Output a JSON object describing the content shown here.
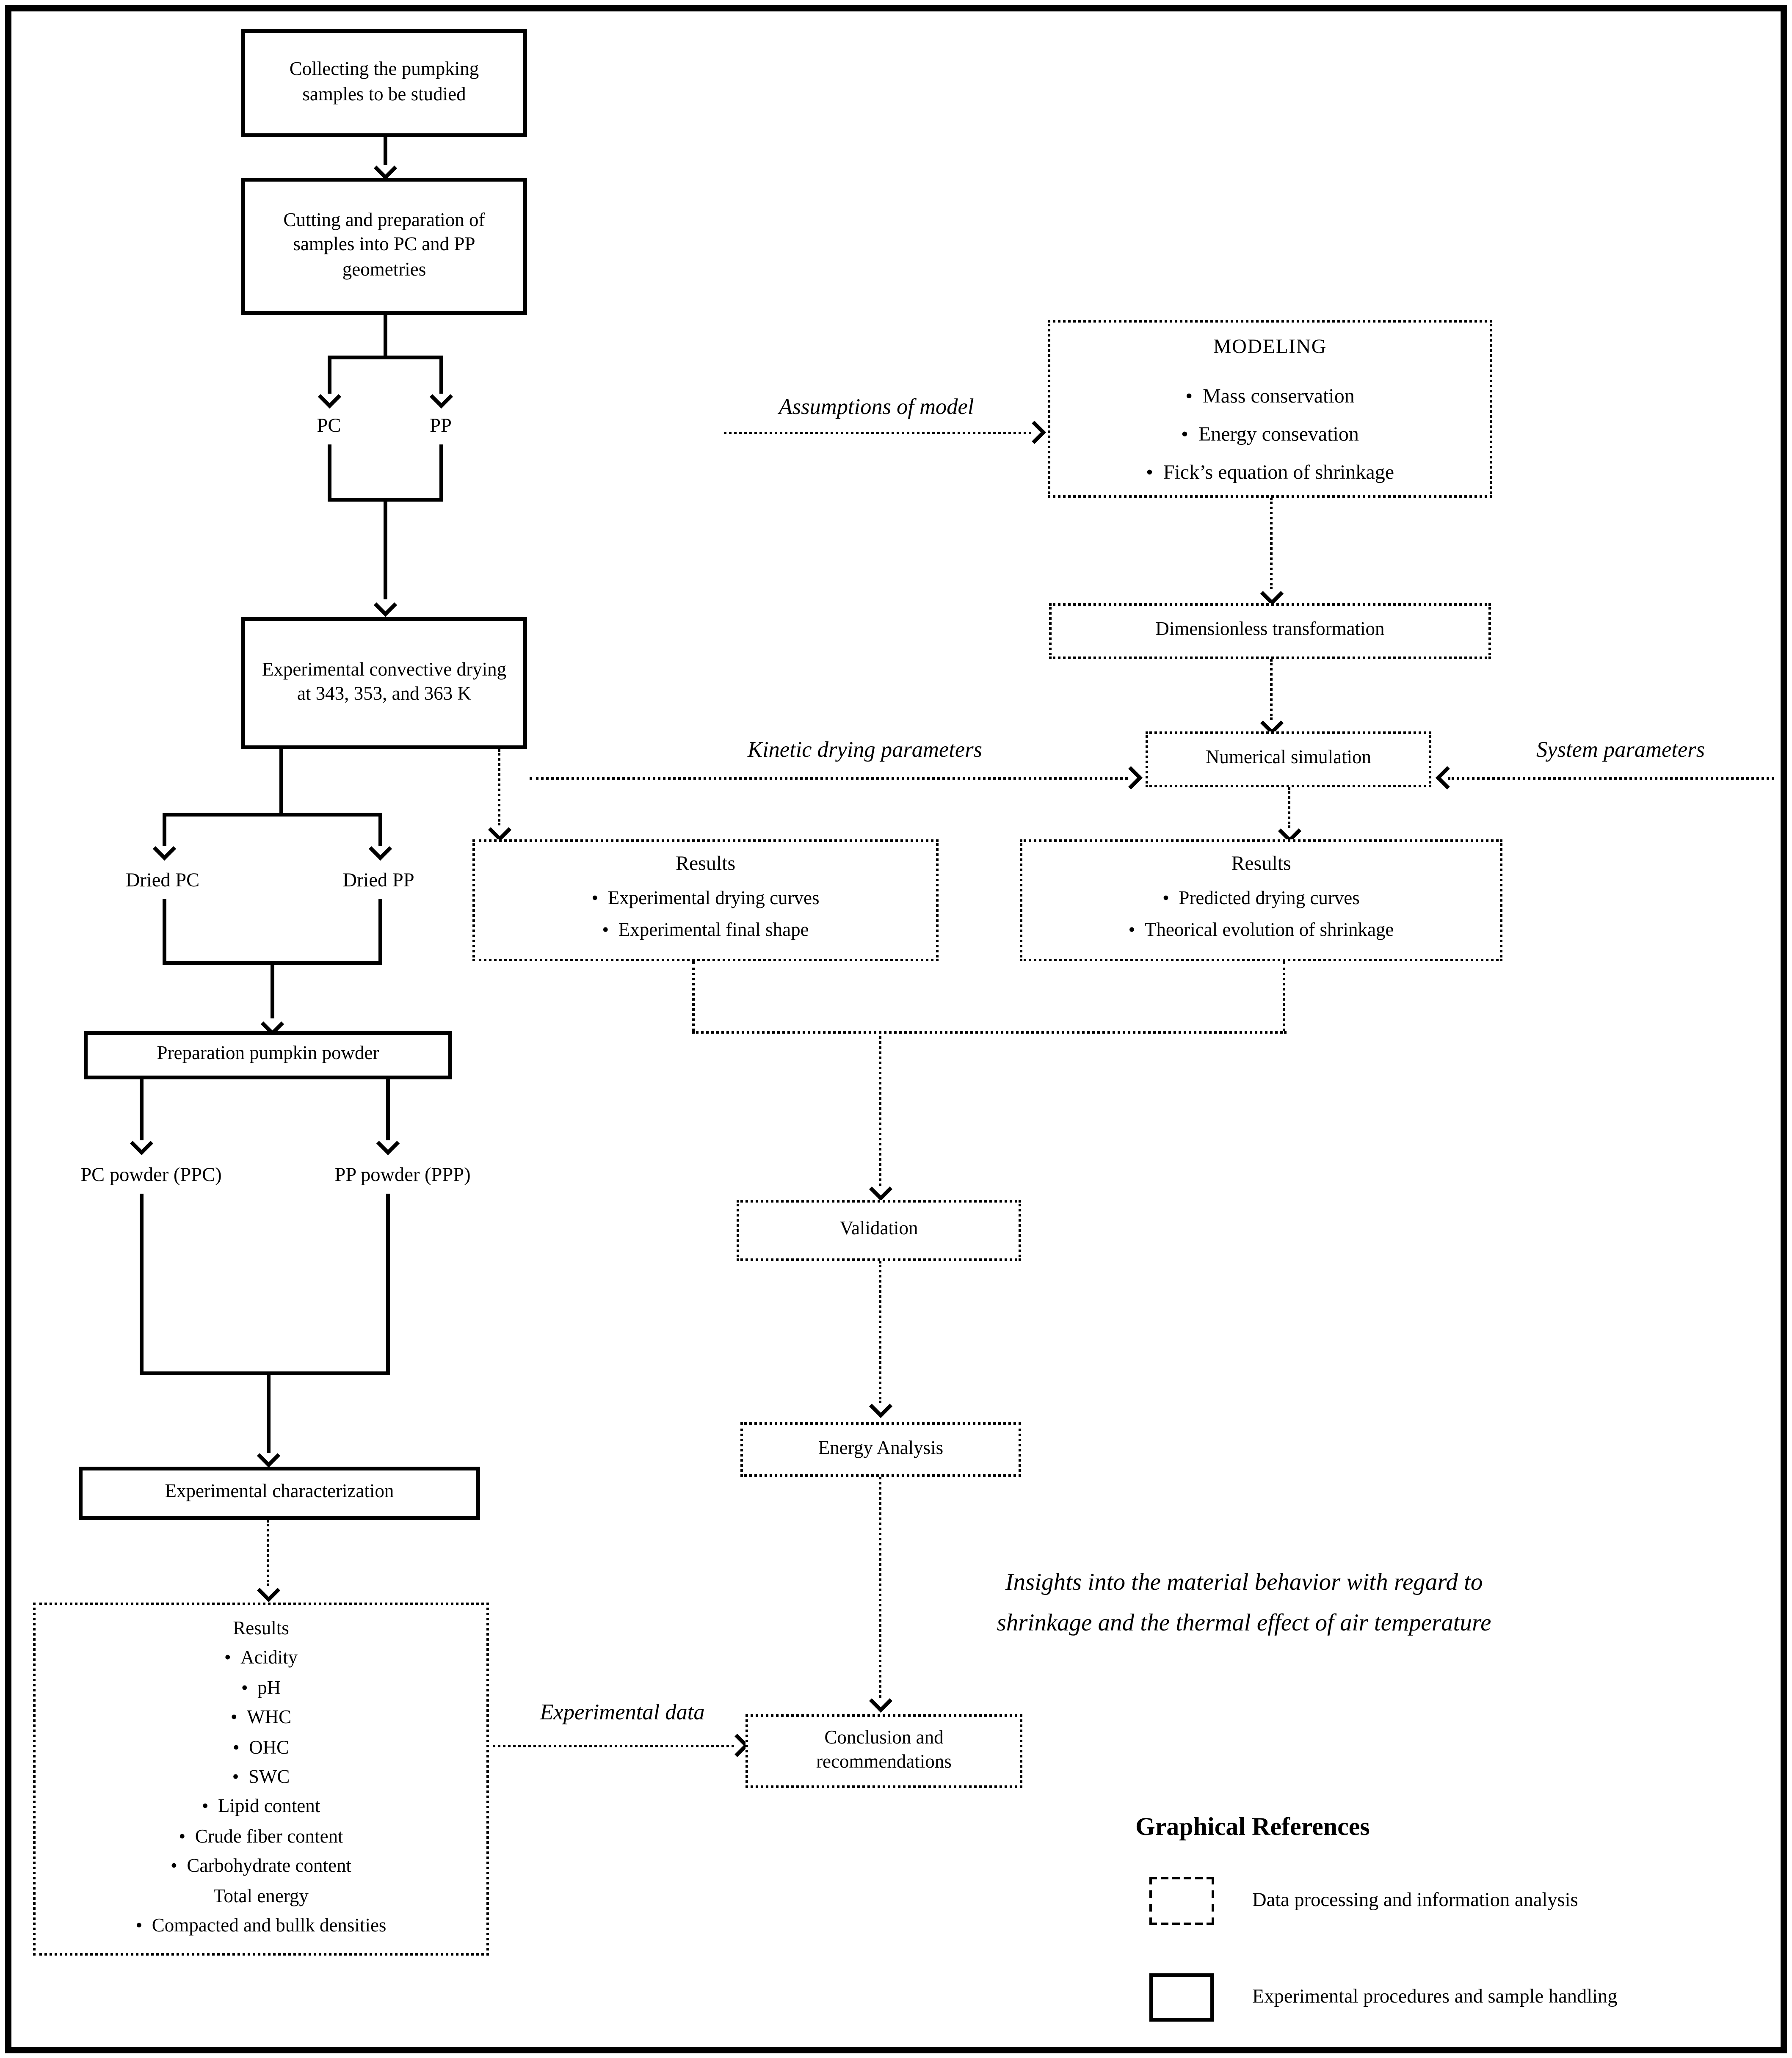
{
  "flow": {
    "collecting": "Collecting the pumpking samples to be studied",
    "cutting": "Cutting and preparation of samples into PC and PP geometries",
    "pc": "PC",
    "pp": "PP",
    "drying": "Experimental convective drying at 343, 353, and 363 K",
    "dried_pc": "Dried PC",
    "dried_pp": "Dried PP",
    "prep_powder": "Preparation pumpkin powder",
    "ppc": "PC powder (PPC)",
    "ppp": "PP powder (PPP)",
    "exp_char": "Experimental characterization"
  },
  "modeling": {
    "title": "MODELING",
    "items": [
      "Mass conservation",
      "Energy consevation",
      "Fick’s equation of shrinkage"
    ]
  },
  "dimensionless": "Dimensionless transformation",
  "numerical": "Numerical simulation",
  "results_experimental": {
    "title": "Results",
    "items": [
      "Experimental drying curves",
      "Experimental final shape"
    ]
  },
  "results_predicted": {
    "title": "Results",
    "items": [
      "Predicted drying curves",
      "Theorical evolution of shrinkage"
    ]
  },
  "validation": "Validation",
  "energy_analysis": "Energy Analysis",
  "conclusion": "Conclusion and recommendations",
  "big_results": {
    "title": "Results",
    "items": [
      "Acidity",
      "pH",
      "WHC",
      "OHC",
      "SWC",
      "Lipid content",
      "Crude fiber content",
      "Carbohydrate content",
      "Total energy",
      "Compacted and bullk densities"
    ]
  },
  "labels": {
    "assumptions": "Assumptions of model",
    "kinetic": "Kinetic drying parameters",
    "system": "System parameters",
    "insights_line1": "Insights into the material behavior with regard to",
    "insights_line2": "shrinkage and the thermal effect of air temperature",
    "experimental_data": "Experimental data"
  },
  "legend": {
    "title": "Graphical References",
    "dashed_label": "Data processing and information analysis",
    "solid_label": "Experimental procedures and sample handling"
  },
  "colors": {
    "ink": "#000000",
    "background": "#ffffff"
  }
}
